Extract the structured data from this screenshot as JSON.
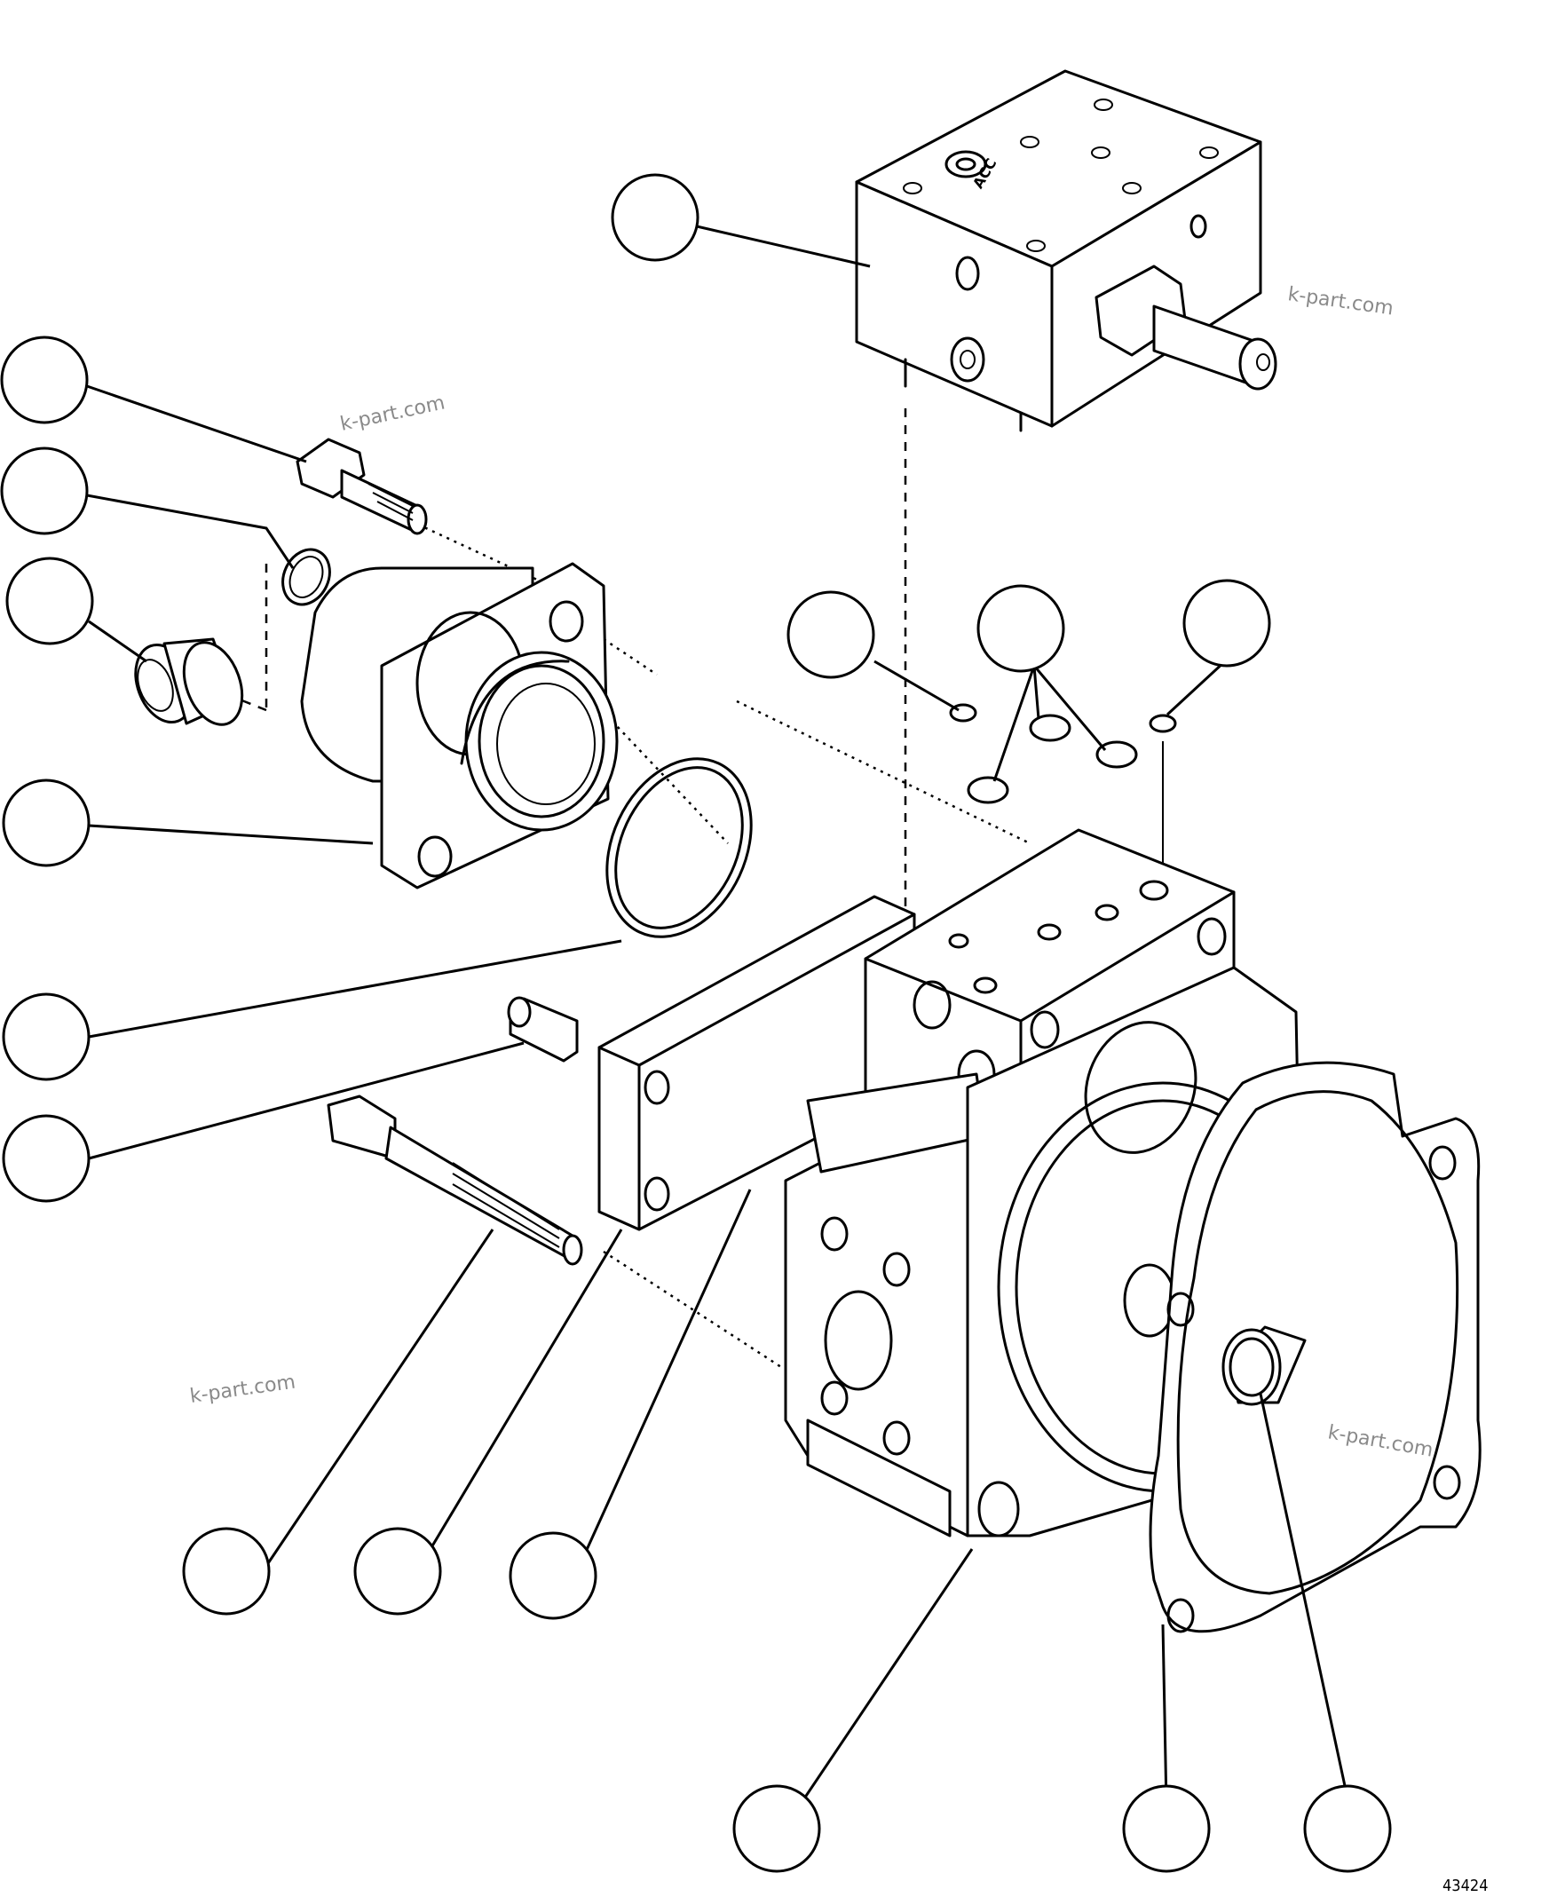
{
  "watermark": "k-part.com",
  "engraving": "ACC",
  "figure_number": "43424",
  "callout_count": 16
}
